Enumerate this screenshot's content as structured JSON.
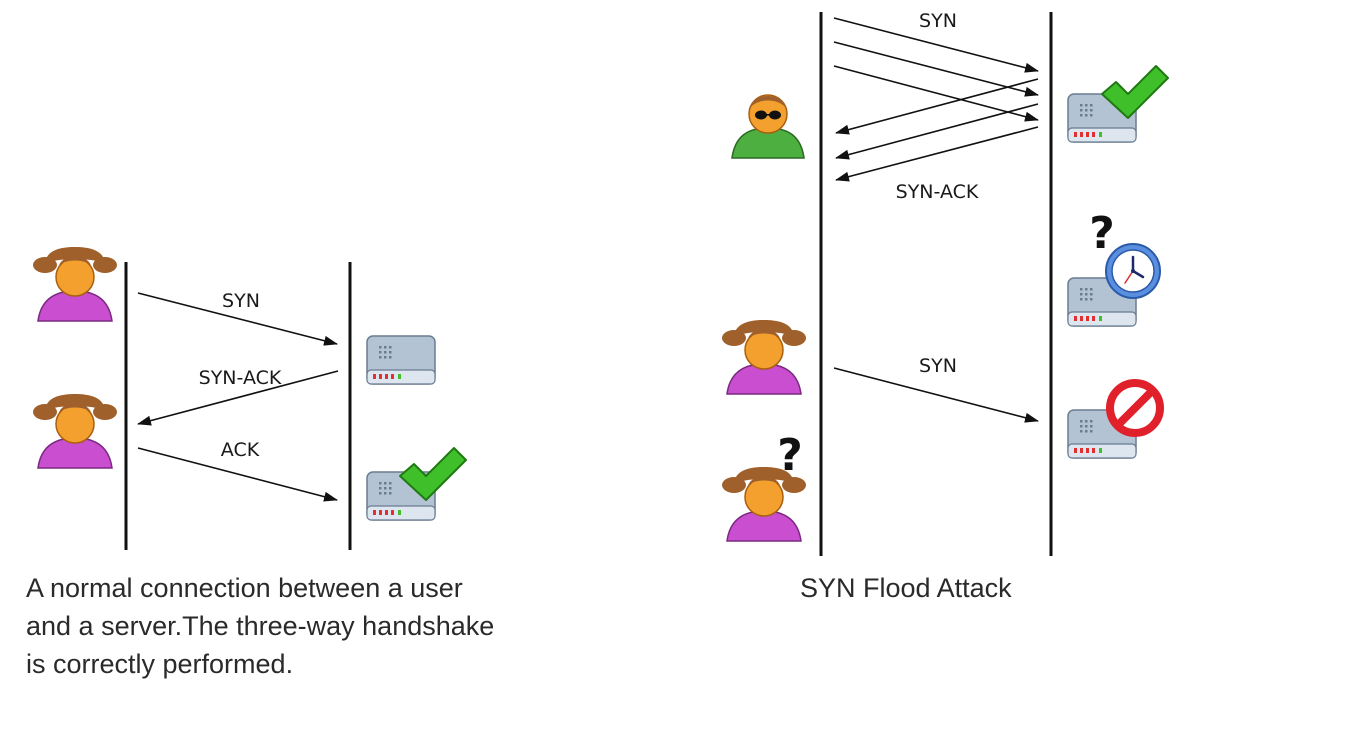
{
  "normal": {
    "labels": {
      "syn": "SYN",
      "syn_ack": "SYN-ACK",
      "ack": "ACK"
    },
    "caption_lines": [
      "A normal connection between a user",
      "and a server.The three-way handshake",
      "is correctly performed."
    ]
  },
  "flood": {
    "labels": {
      "syn_top": "SYN",
      "syn_ack": "SYN-ACK",
      "syn_bottom": "SYN"
    },
    "question_marks": {
      "server": "?",
      "user": "?"
    },
    "caption": "SYN Flood Attack"
  },
  "colors": {
    "user_body": "#c94fd0",
    "user_face": "#f3a02e",
    "user_hair": "#a0602c",
    "attacker_body": "#4caf40",
    "server_body": "#b4c3d4",
    "check": "#3fbf2a",
    "forbidden": "#e0202a",
    "clock": "#5a8fe0"
  },
  "icons": [
    "user-icon",
    "attacker-icon",
    "server-icon",
    "check-icon",
    "clock-icon",
    "forbidden-icon",
    "question-mark-icon"
  ]
}
